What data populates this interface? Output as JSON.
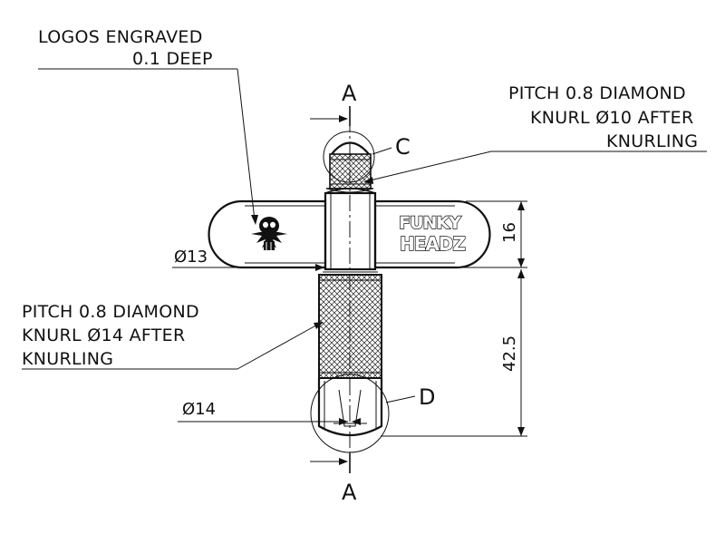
{
  "notes": {
    "logos_line1": "LOGOS ENGRAVED",
    "logos_line2": "0.1 DEEP",
    "knurl10_line1": "PITCH 0.8 DIAMOND",
    "knurl10_line2": "KNURL Ø10 AFTER",
    "knurl10_line3": "KNURLING",
    "knurl14_line1": "PITCH 0.8 DIAMOND",
    "knurl14_line2": "KNURL Ø14 AFTER",
    "knurl14_line3": "KNURLING"
  },
  "dimensions": {
    "handle_diameter": "Ø13",
    "body_diameter": "Ø14",
    "handle_width": "16",
    "body_length": "42.5"
  },
  "labels": {
    "section_top": "A",
    "section_bottom": "A",
    "detail_c": "C",
    "detail_d": "D"
  },
  "logo": {
    "brand_line1": "FUNKY",
    "brand_line2": "HEADZ"
  }
}
